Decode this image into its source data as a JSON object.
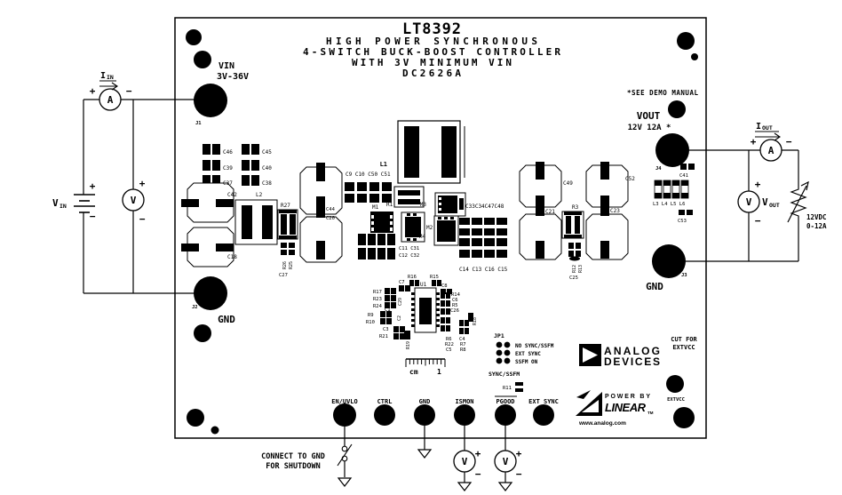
{
  "colors": {
    "ink": "#000000",
    "bg": "#ffffff"
  },
  "board": {
    "title": {
      "part": "LT8392",
      "sub1": "HIGH POWER SYNCHRONOUS",
      "sub2": "4-SWITCH BUCK-BOOST CONTROLLER",
      "sub3": "WITH 3V MINIMUM VIN",
      "sub4": "DC2626A"
    },
    "note_see_manual": "*SEE DEMO MANUAL",
    "vin_label": "VIN",
    "vin_range": "3V-36V",
    "vout_label": "VOUT",
    "vout_rating": "12V 12A *",
    "gnd_in_label": "GND",
    "gnd_out_label": "GND",
    "jacks": {
      "j1": "J1",
      "j2": "J2",
      "j3": "J3",
      "j4": "J4"
    },
    "cut_note1": "CUT FOR",
    "cut_note2": "EXTVCC",
    "extvcc_pad": "EXTVCC",
    "pads": {
      "en_uvlo": "EN/UVLO",
      "ctrl": "CTRL",
      "gnd": "GND",
      "ismon": "ISMON",
      "pgood": "PGOOD",
      "ext_sync": "EXT SYNC"
    },
    "jp1": {
      "name": "JP1",
      "opt1": "NO SYNC/SSFM",
      "opt2": "EXT SYNC",
      "opt3": "SSFM ON",
      "caption": "SYNC/SSFM"
    },
    "ruler": {
      "unit": "cm",
      "one": "1"
    },
    "logo_adi": {
      "l1": "ANALOG",
      "l2": "DEVICES"
    },
    "logo_linear": {
      "power_by": "POWER BY",
      "linear": "LINEAR",
      "tm": "TM",
      "url": "www.analog.com"
    },
    "refdes": {
      "c46": "C46",
      "c39": "C39",
      "c37": "C37",
      "c45": "C45",
      "c40": "C40",
      "c38": "C38",
      "c42": "C42",
      "c18": "C18",
      "l2": "L2",
      "r27": "R27",
      "r26": "R26",
      "r25": "R25",
      "c27": "C27",
      "c44": "C44",
      "c20": "C20",
      "c9row": "C9 C10 C50 C51",
      "l1": "L1",
      "m1": "M1",
      "r1": "R1",
      "m2": "M2",
      "m3": "M3",
      "m4": "M4",
      "c11c31": "C11 C31",
      "c12c32": "C12 C32",
      "c33grp": "C33C34C47C48",
      "c14row": "C14 C13 C16 C15",
      "c49": "C49",
      "c21": "C21",
      "c52": "C52",
      "c23": "C23",
      "r3": "R3",
      "r12": "R12",
      "r13": "R13",
      "c25": "C25",
      "c41": "C41",
      "lrow": "L3 L4 L5 L6",
      "c53": "C53",
      "u1": "U1",
      "r16": "R16",
      "r15": "R15",
      "c7": "C7",
      "c8": "C8",
      "r17": "R17",
      "r23": "R23",
      "r24": "R24",
      "c1": "C1",
      "c29": "C29",
      "c2": "C2",
      "r9": "R9",
      "r10": "R10",
      "c3": "C3",
      "r21": "R21",
      "r19": "R19",
      "r14": "R14",
      "c6": "C6",
      "r5": "R5",
      "c26": "C26",
      "r18": "R18",
      "r6": "R6",
      "r22": "R22",
      "c5": "C5",
      "c4": "C4",
      "r7": "R7",
      "r8": "R8",
      "r11": "R11"
    }
  },
  "external": {
    "input": {
      "i_main": "I",
      "i_sub": "IN",
      "ammeter": "A",
      "voltmeter": "V",
      "v_main": "V",
      "v_sub": "IN"
    },
    "output": {
      "i_main": "I",
      "i_sub": "OUT",
      "ammeter": "A",
      "voltmeter": "V",
      "v_main": "V",
      "v_sub": "OUT",
      "load1": "12VDC",
      "load2": "0-12A"
    },
    "bottom": {
      "v1": "V",
      "v2": "V"
    },
    "shutdown1": "CONNECT TO GND",
    "shutdown2": "FOR SHUTDOWN"
  },
  "sym": {
    "plus": "+",
    "minus": "−"
  }
}
